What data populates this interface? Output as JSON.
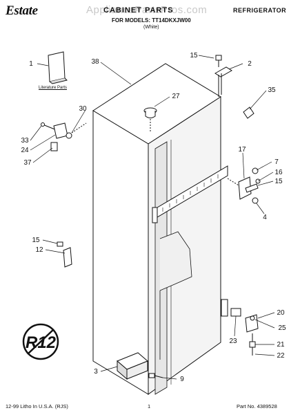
{
  "header": {
    "brand": "Estate",
    "watermark": "AppliancePartsPros.com",
    "title": "CABINET PARTS",
    "models": "FOR MODELS: TT14DKXJW00",
    "color": "(White)",
    "category": "REFRIGERATOR"
  },
  "literature_label": "Literature Parts",
  "logo_text": "R12",
  "callouts": [
    {
      "n": "1"
    },
    {
      "n": "38"
    },
    {
      "n": "15"
    },
    {
      "n": "2"
    },
    {
      "n": "35"
    },
    {
      "n": "27"
    },
    {
      "n": "30"
    },
    {
      "n": "33"
    },
    {
      "n": "24"
    },
    {
      "n": "37"
    },
    {
      "n": "17"
    },
    {
      "n": "7"
    },
    {
      "n": "16"
    },
    {
      "n": "15"
    },
    {
      "n": "4"
    },
    {
      "n": "15"
    },
    {
      "n": "12"
    },
    {
      "n": "20"
    },
    {
      "n": "25"
    },
    {
      "n": "21"
    },
    {
      "n": "23"
    },
    {
      "n": "22"
    },
    {
      "n": "3"
    },
    {
      "n": "9"
    }
  ],
  "footer": {
    "left": "12-99 Litho In U.S.A. (RJS)",
    "page": "1",
    "right": "Part No. 4389528"
  }
}
